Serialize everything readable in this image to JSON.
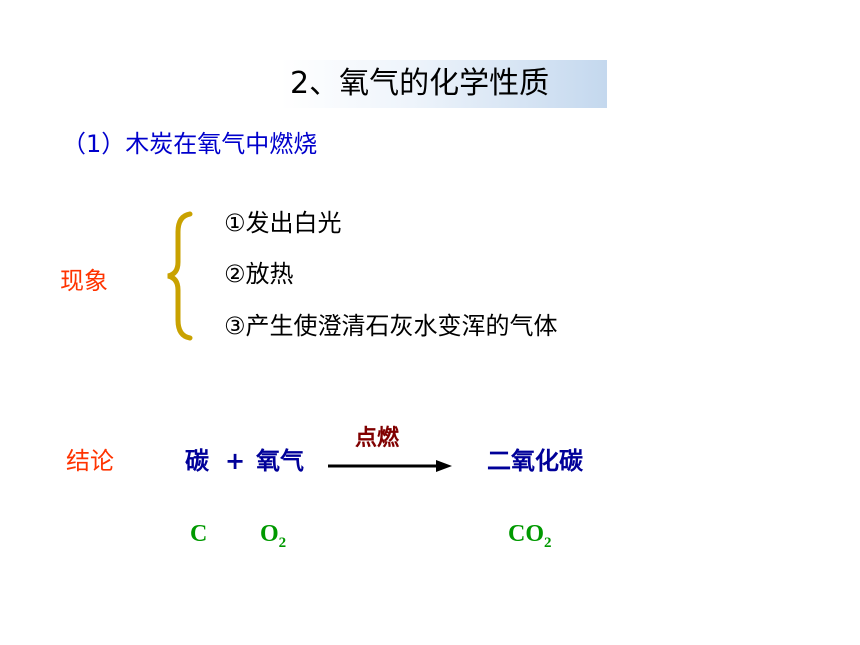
{
  "title": "2、氧气的化学性质",
  "subtitle": "（1）木炭在氧气中燃烧",
  "phenomenon": {
    "label": "现象",
    "items": [
      "①发出白光",
      "②放热",
      "③产生使澄清石灰水变浑的气体"
    ]
  },
  "conclusion": {
    "label": "结论",
    "reactant1": "碳",
    "plus": "+",
    "reactant2": "氧气",
    "condition": "点燃",
    "product": "二氧化碳"
  },
  "formulas": {
    "reactant1": "C",
    "reactant2_element": "O",
    "reactant2_subscript": "2",
    "product_element": "CO",
    "product_subscript": "2"
  },
  "colors": {
    "subtitle": "#0000cc",
    "labels": "#ff3300",
    "equation": "#000099",
    "condition": "#800000",
    "formulas": "#009900",
    "brace": "#c9a200"
  }
}
